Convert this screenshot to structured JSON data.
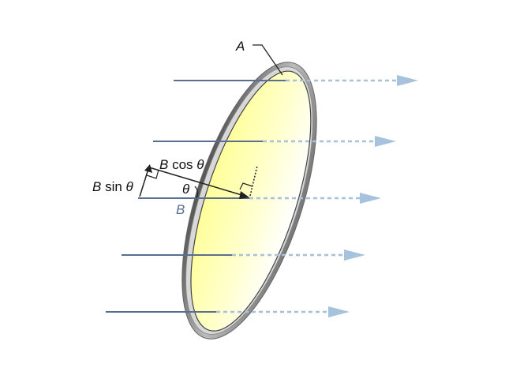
{
  "labels": {
    "area": "A",
    "b_cos_theta": {
      "var": "B",
      "func": " cos ",
      "angle": "θ"
    },
    "b_sin_theta": {
      "var": "B",
      "func": " sin ",
      "angle": "θ"
    },
    "theta": "θ",
    "field": "B"
  },
  "colors": {
    "field_line": "#5b6e8f",
    "field_line_dashed": "#a8c0d8",
    "arrowhead": "#a6c2dc",
    "disk_fill_inner": "#ffffa6",
    "disk_fill_outer": "#ffffff",
    "ring": "#8a8a8a"
  },
  "icons": {
    "field_arrow": "arrowhead-right-icon",
    "right_angle": "right-angle-marker-icon"
  }
}
